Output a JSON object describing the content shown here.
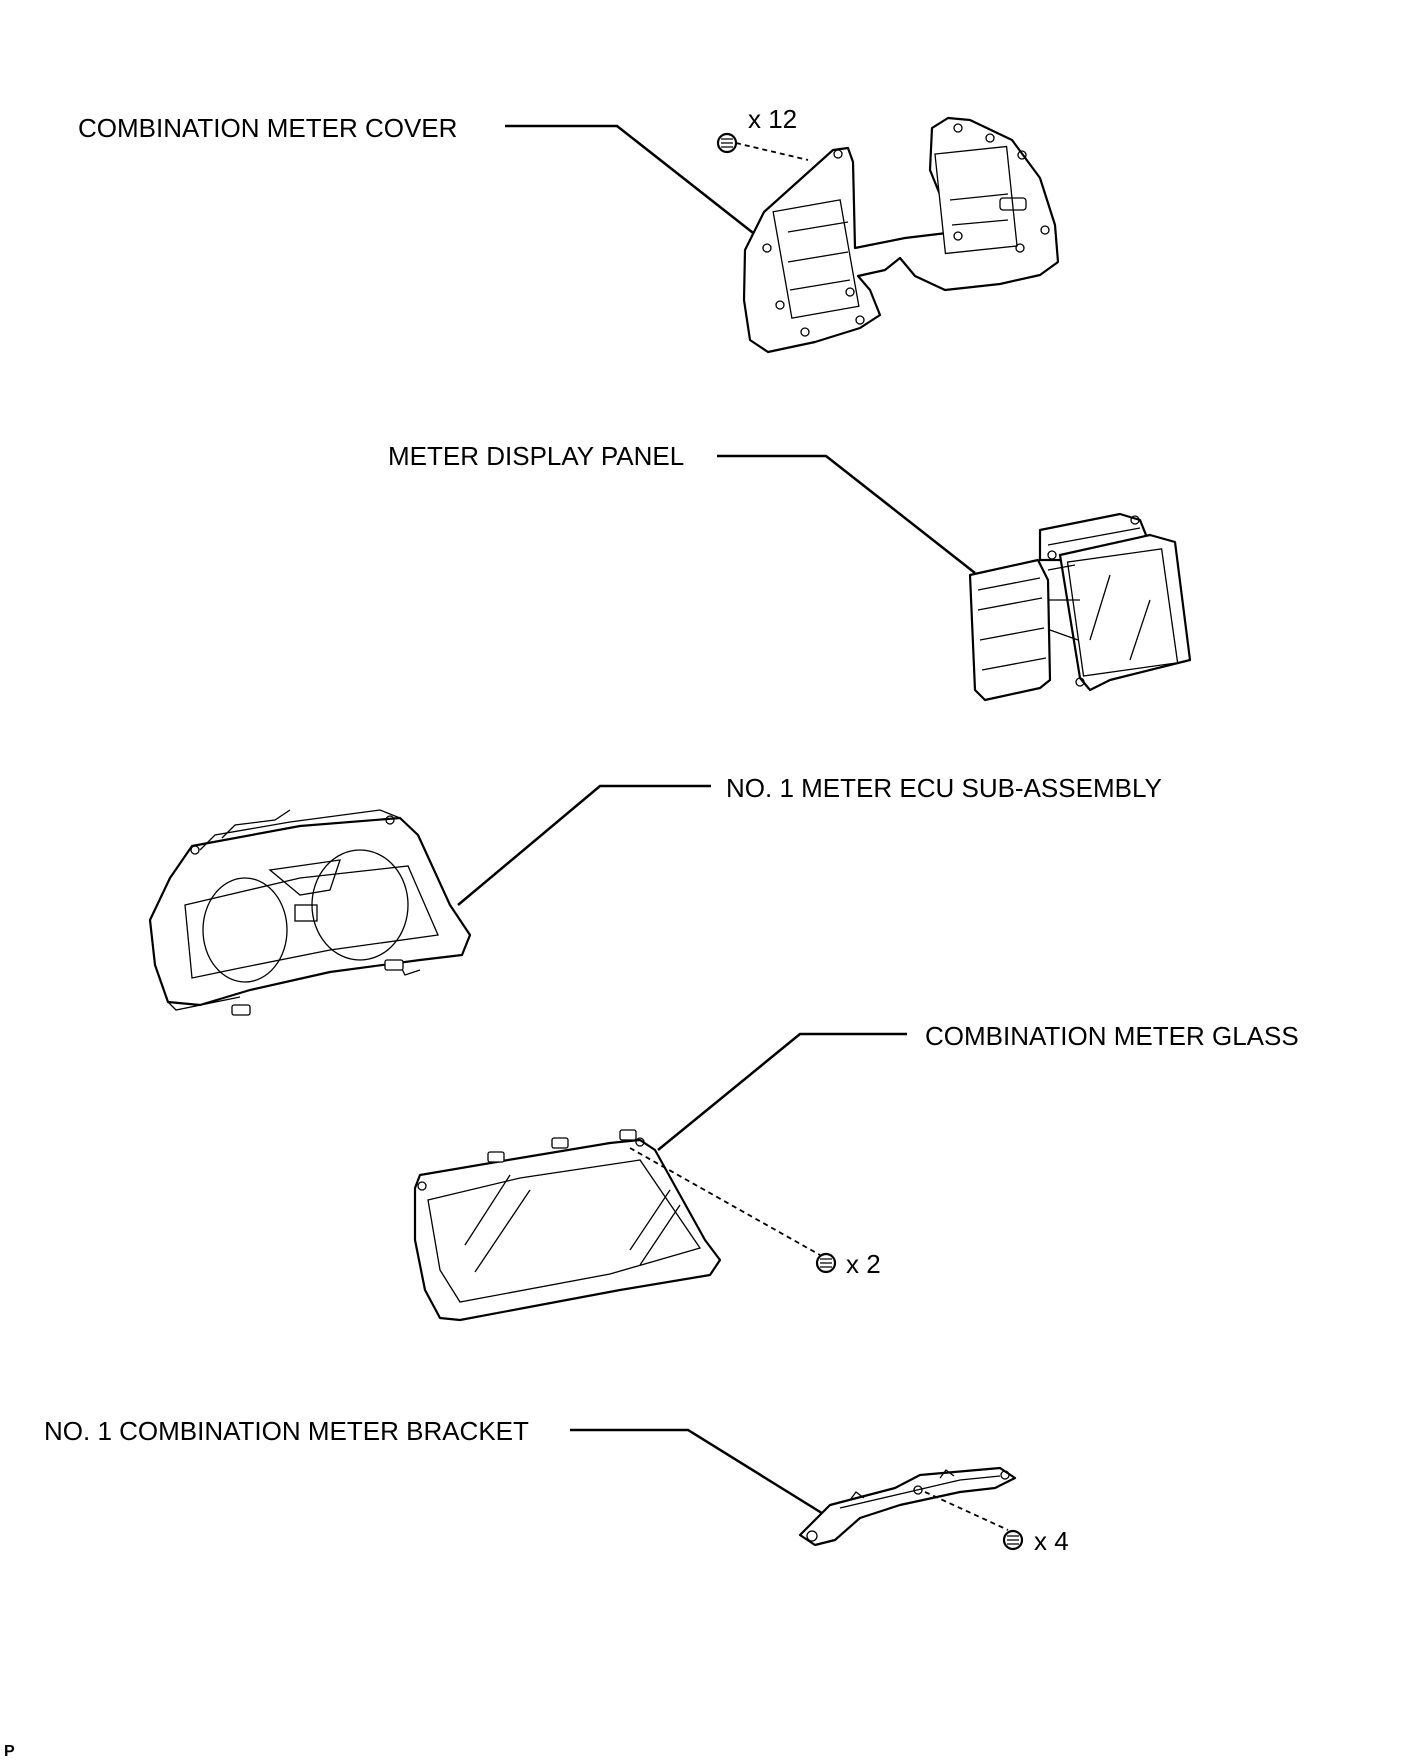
{
  "labels": {
    "cover": "COMBINATION METER COVER",
    "display_panel": "METER DISPLAY PANEL",
    "ecu": "NO. 1 METER ECU SUB-ASSEMBLY",
    "glass": "COMBINATION METER GLASS",
    "bracket": "NO. 1 COMBINATION METER BRACKET"
  },
  "counts": {
    "cover_screws": "x 12",
    "glass_screws": "x 2",
    "bracket_screws": "x 4"
  },
  "code": "P"
}
